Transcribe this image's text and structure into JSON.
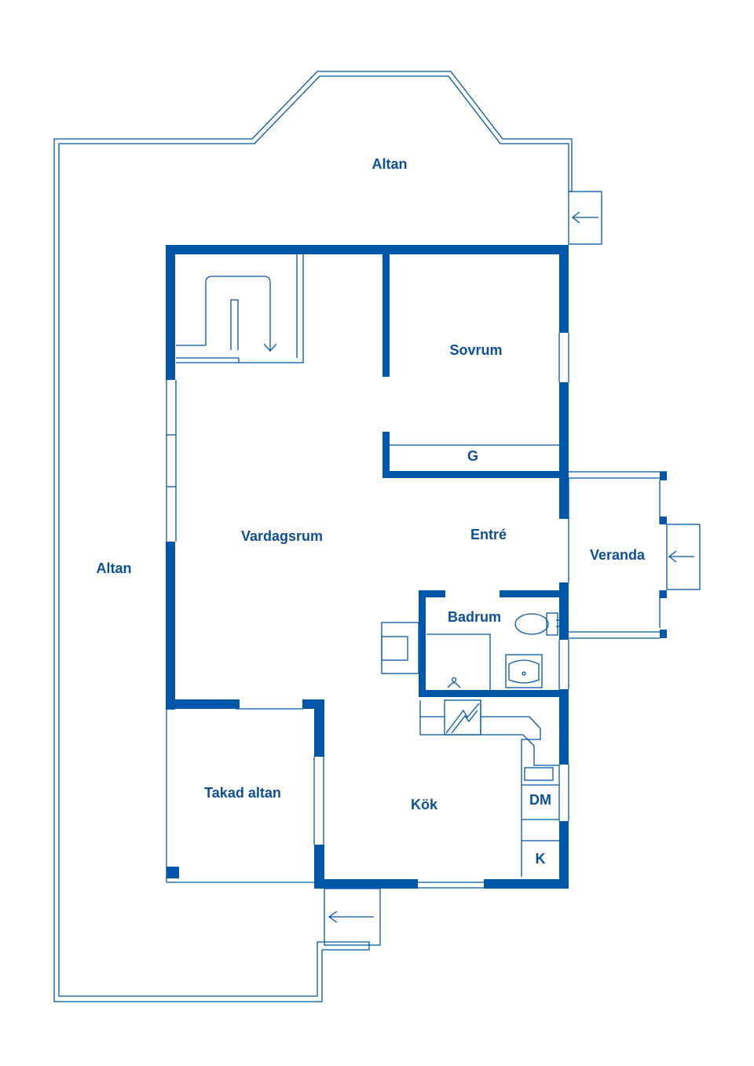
{
  "colors": {
    "wall": "#0056a8",
    "line": "#0056a8",
    "label": "#0b4f98",
    "background": "#ffffff"
  },
  "rooms": {
    "altan_top": "Altan",
    "altan_left": "Altan",
    "sovrum": "Sovrum",
    "garderob": "G",
    "vardagsrum": "Vardagsrum",
    "entre": "Entré",
    "veranda": "Veranda",
    "badrum": "Badrum",
    "takad_altan": "Takad altan",
    "kok": "Kök",
    "diskmaskin": "DM",
    "kyl": "K"
  },
  "icons": {
    "stair": "staircase-icon",
    "entry_arrows": "arrow-left-icon",
    "toilet": "toilet-icon",
    "sink": "washbasin-icon",
    "fireplace": "fireplace-icon"
  }
}
